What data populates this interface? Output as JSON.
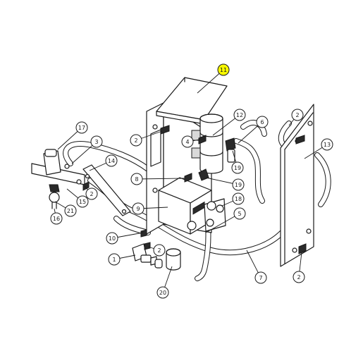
{
  "highlight_color": "#f7f700",
  "callouts": [
    {
      "id": "c11a",
      "label": "11",
      "highlight": true
    },
    {
      "id": "c12",
      "label": "12"
    },
    {
      "id": "c6",
      "label": "6"
    },
    {
      "id": "c2a",
      "label": "2"
    },
    {
      "id": "c4",
      "label": "4"
    },
    {
      "id": "c17",
      "label": "17"
    },
    {
      "id": "c3",
      "label": "3"
    },
    {
      "id": "c14",
      "label": "14"
    },
    {
      "id": "c13",
      "label": "13"
    },
    {
      "id": "c2b",
      "label": "2"
    },
    {
      "id": "c19a",
      "label": "19"
    },
    {
      "id": "c8",
      "label": "8"
    },
    {
      "id": "c19b",
      "label": "19"
    },
    {
      "id": "c2c",
      "label": "2"
    },
    {
      "id": "c15",
      "label": "15"
    },
    {
      "id": "c21",
      "label": "21"
    },
    {
      "id": "c16",
      "label": "16"
    },
    {
      "id": "c18",
      "label": "18"
    },
    {
      "id": "c9",
      "label": "9"
    },
    {
      "id": "c5",
      "label": "5"
    },
    {
      "id": "c10",
      "label": "10"
    },
    {
      "id": "c2d",
      "label": "2"
    },
    {
      "id": "c1",
      "label": "1"
    },
    {
      "id": "c7",
      "label": "7"
    },
    {
      "id": "c2e",
      "label": "2"
    },
    {
      "id": "c20",
      "label": "20"
    }
  ]
}
